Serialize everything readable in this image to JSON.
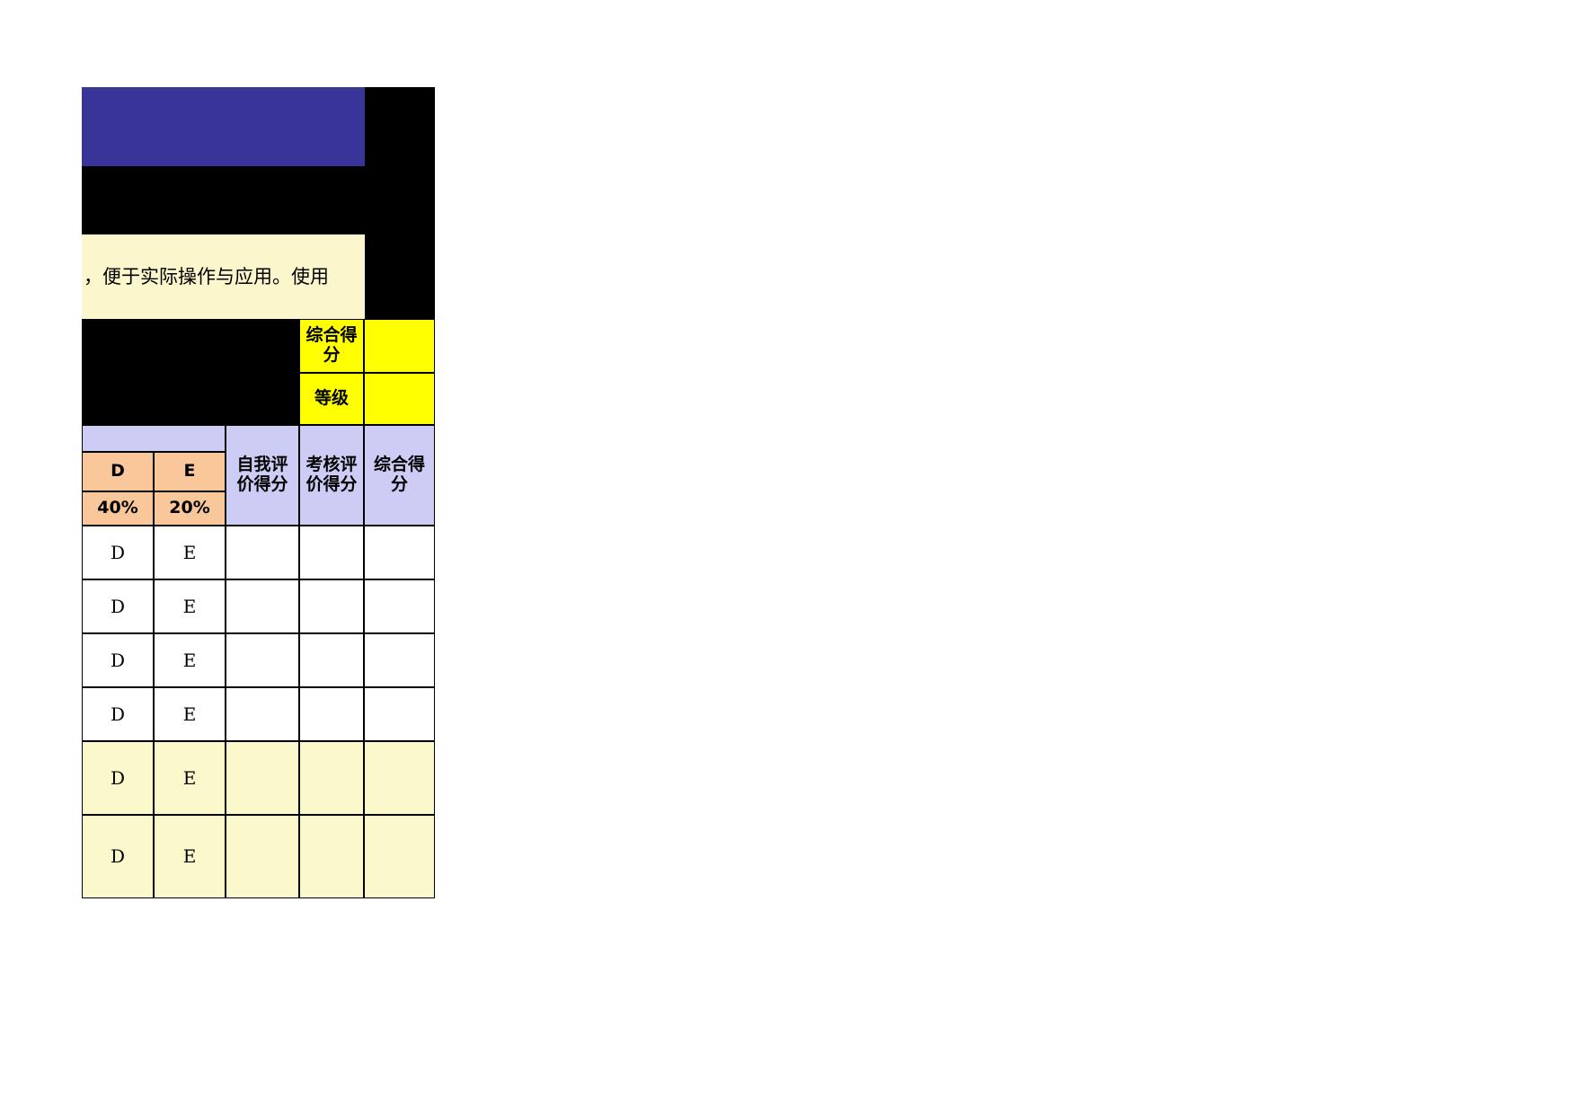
{
  "sheet": {
    "background_color": "#FFFFFF",
    "banner_color": "#393497",
    "filler_color": "#000000",
    "note_color": "#FBF6CC",
    "yellow_color": "#FFFF00",
    "lavender_color": "#CCCCF5",
    "orange_color": "#FAC79A",
    "tint_row_color": "#FBF8CC"
  },
  "note": {
    "text": "，便于实际操作与应用。使用"
  },
  "summary": {
    "score_label": "综合得分",
    "score_value": "",
    "grade_label": "等级",
    "grade_value": ""
  },
  "table": {
    "clipped_header_fragment": "：",
    "weight_headers": [
      {
        "code": "D",
        "weight": "40%"
      },
      {
        "code": "E",
        "weight": "20%"
      }
    ],
    "score_columns": [
      "自我评价得分",
      "考核评价得分",
      "综合得分"
    ],
    "rows": [
      {
        "d": "D",
        "e": "E",
        "self": "",
        "review": "",
        "total": "",
        "tinted": false
      },
      {
        "d": "D",
        "e": "E",
        "self": "",
        "review": "",
        "total": "",
        "tinted": false
      },
      {
        "d": "D",
        "e": "E",
        "self": "",
        "review": "",
        "total": "",
        "tinted": false
      },
      {
        "d": "D",
        "e": "E",
        "self": "",
        "review": "",
        "total": "",
        "tinted": false
      },
      {
        "d": "D",
        "e": "E",
        "self": "",
        "review": "",
        "total": "",
        "tinted": true
      },
      {
        "d": "D",
        "e": "E",
        "self": "",
        "review": "",
        "total": "",
        "tinted": true
      }
    ]
  }
}
